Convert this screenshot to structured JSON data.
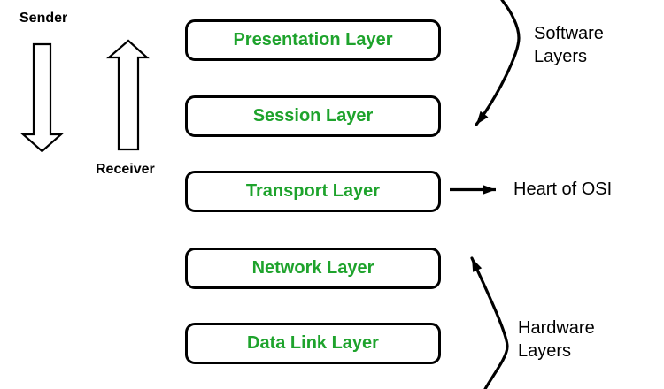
{
  "diagram": {
    "sender_label": "Sender",
    "receiver_label": "Receiver",
    "layers": [
      {
        "label": "Presentation Layer"
      },
      {
        "label": "Session Layer"
      },
      {
        "label": "Transport Layer"
      },
      {
        "label": "Network Layer"
      },
      {
        "label": "Data Link Layer"
      }
    ],
    "software_group": {
      "line1": "Software",
      "line2": "Layers"
    },
    "hardware_group": {
      "line1": "Hardware",
      "line2": "Layers"
    },
    "transport_note": "Heart of OSI"
  },
  "colors": {
    "layer_text": "#1EA32C",
    "outline": "#000000",
    "background": "#FFFFFF"
  }
}
